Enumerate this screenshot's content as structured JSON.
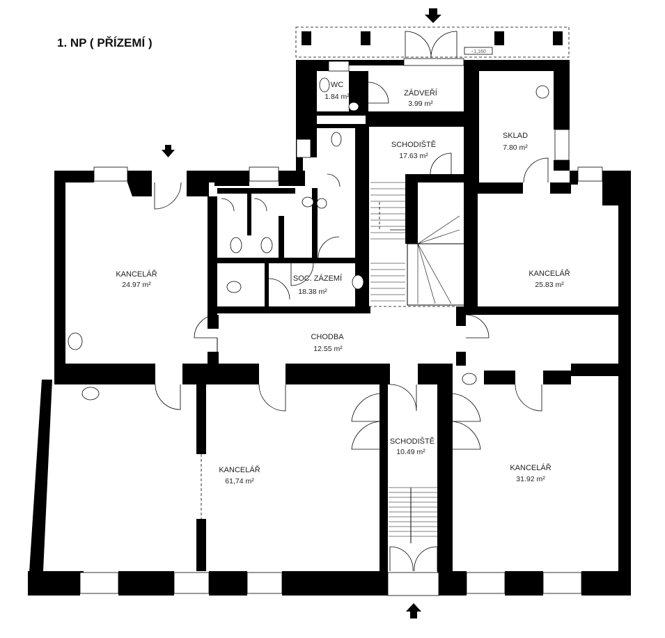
{
  "plan": {
    "title": "1. NP ( PŘÍZEMÍ )",
    "level_mark": "−1,160"
  },
  "rooms": [
    {
      "id": "wc",
      "name": "WC",
      "area": "1.84 m²"
    },
    {
      "id": "zadveri",
      "name": "ZÁDVEŘÍ",
      "area": "3.99 m²"
    },
    {
      "id": "sklad",
      "name": "SKLAD",
      "area": "7.80 m²"
    },
    {
      "id": "schodiste-top",
      "name": "SCHODIŠTĚ",
      "area": "17.63 m²"
    },
    {
      "id": "kancelar-nw",
      "name": "KANCELÁŘ",
      "area": "24.97 m²"
    },
    {
      "id": "soc-zazemi",
      "name": "SOC. ZÁZEMÍ",
      "area": "18.38 m²"
    },
    {
      "id": "kancelar-ne",
      "name": "KANCELÁŘ",
      "area": "25.83 m²"
    },
    {
      "id": "chodba",
      "name": "CHODBA",
      "area": "12.55 m²"
    },
    {
      "id": "schodiste-bottom",
      "name": "SCHODIŠTĚ",
      "area": "10.49 m²"
    },
    {
      "id": "kancelar-sw",
      "name": "KANCELÁŘ",
      "area": "61,74 m²"
    },
    {
      "id": "kancelar-se",
      "name": "KANCELÁŘ",
      "area": "31.92 m²"
    }
  ],
  "icons": [
    "entrance-arrow-icon",
    "washbasin-icon",
    "toilet-icon",
    "door-swing-icon",
    "stair-icon"
  ]
}
